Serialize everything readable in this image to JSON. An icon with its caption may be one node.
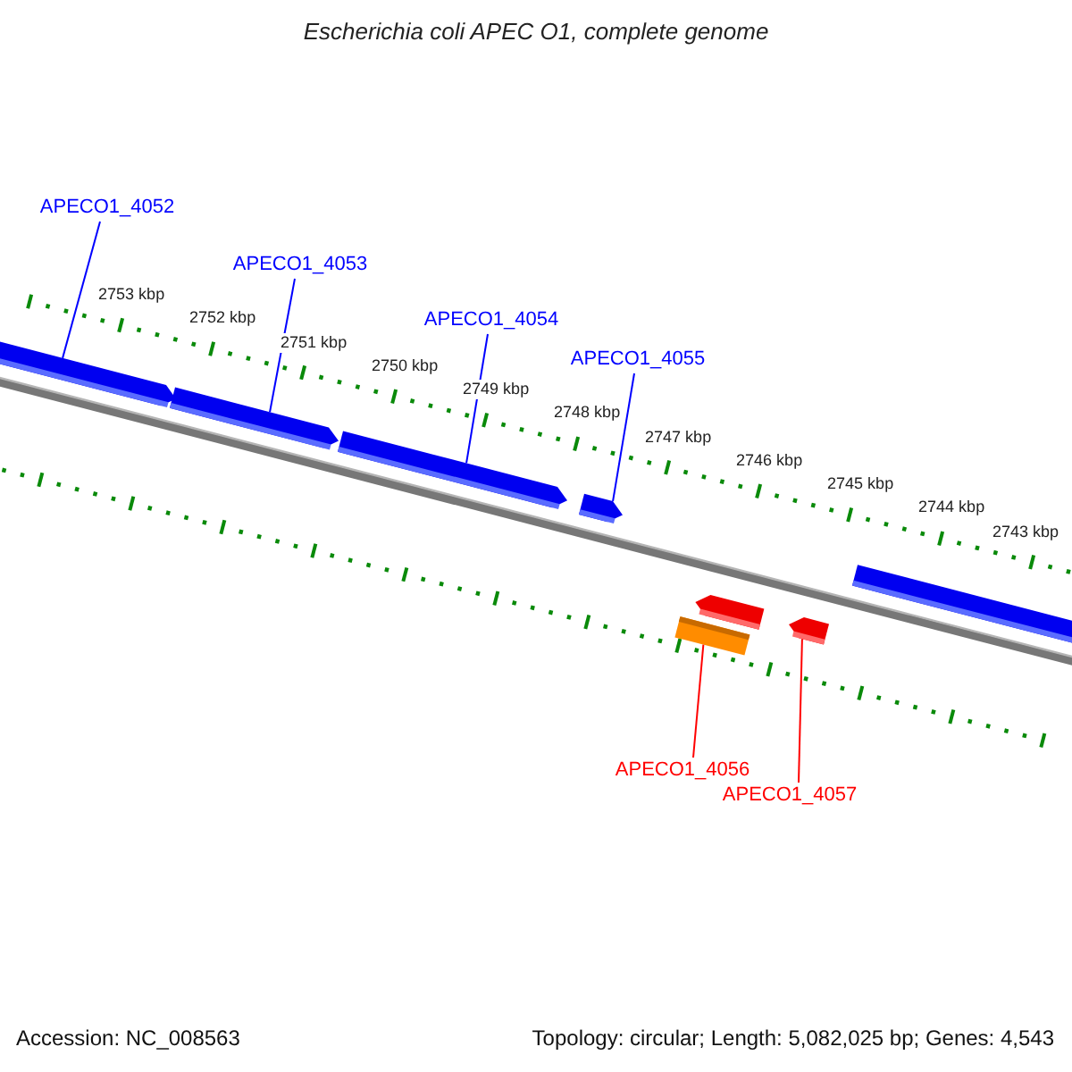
{
  "diagram": {
    "title": "Escherichia coli APEC O1, complete genome",
    "nodes": [
      {
        "text": [
          "APECO1_4052"
        ]
      },
      {
        "text": [
          "APECO1_4053"
        ]
      },
      {
        "text": [
          "APECO1_4054"
        ]
      },
      {
        "text": [
          "APECO1_4055"
        ]
      },
      {
        "text": [
          "APECO1_4056"
        ]
      },
      {
        "text": [
          "APECO1_4057"
        ]
      },
      {
        "text": [],
        "shape": "bar"
      },
      {
        "text": [],
        "shape": "bar"
      },
      {
        "text": [],
        "shape": "bar"
      },
      {
        "text": [],
        "shape": "bar"
      },
      {
        "text": [],
        "shape": "bar"
      },
      {
        "text": [],
        "shape": "bar"
      },
      {
        "text": [],
        "shape": "bar"
      },
      {
        "text": [],
        "shape": "bar"
      }
    ],
    "edges": [
      {
        "from": 0,
        "to": 6,
        "arrow": "none"
      },
      {
        "from": 1,
        "to": 7,
        "arrow": "none"
      },
      {
        "from": 2,
        "to": 8,
        "arrow": "none"
      },
      {
        "from": 3,
        "to": 9,
        "arrow": "none"
      },
      {
        "from": 4,
        "to": 12,
        "arrow": "none",
        "color": "#ff0000"
      },
      {
        "from": 5,
        "to": 13,
        "arrow": "none",
        "color": "#ff0000"
      }
    ],
    "labels": [
      "2753 kbp",
      "2752 kbp",
      "2751 kbp",
      "2750 kbp",
      "2749 kbp",
      "2748 kbp",
      "2747 kbp",
      "2746 kbp",
      "2745 kbp",
      "2744 kbp",
      "2743 kbp",
      "Accession: NC_008563",
      "Topology: circular; Length: 5,082,025 bp; Genes: 4,543"
    ]
  }
}
